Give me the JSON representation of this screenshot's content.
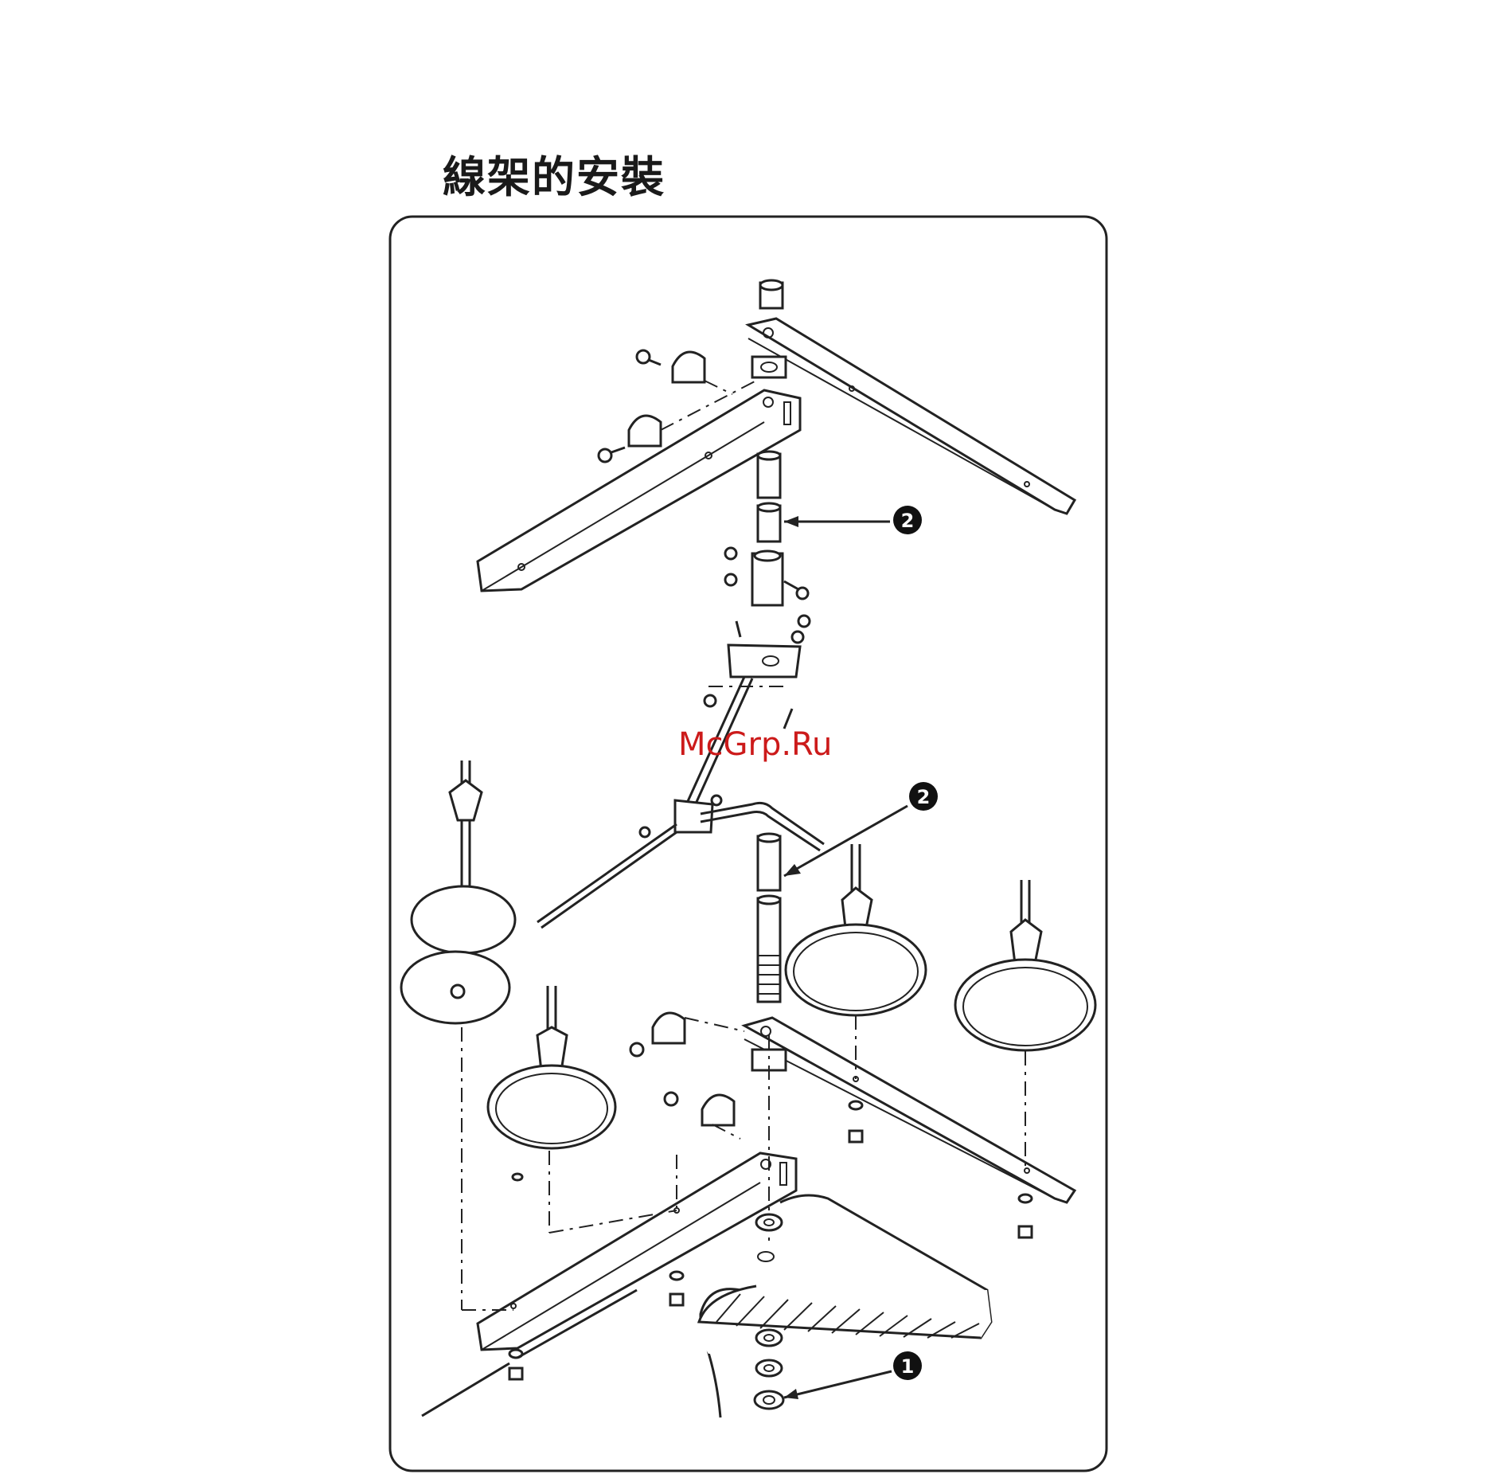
{
  "title": "線架的安裝",
  "watermark": "McGrp.Ru",
  "callouts": [
    {
      "id": "callout-1",
      "label": "1"
    },
    {
      "id": "callout-2-upper",
      "label": "2"
    },
    {
      "id": "callout-2-lower",
      "label": "2"
    }
  ],
  "colors": {
    "line": "#222222",
    "background": "#ffffff",
    "watermark": "#cc1a1a",
    "callout_fill": "#111111"
  }
}
